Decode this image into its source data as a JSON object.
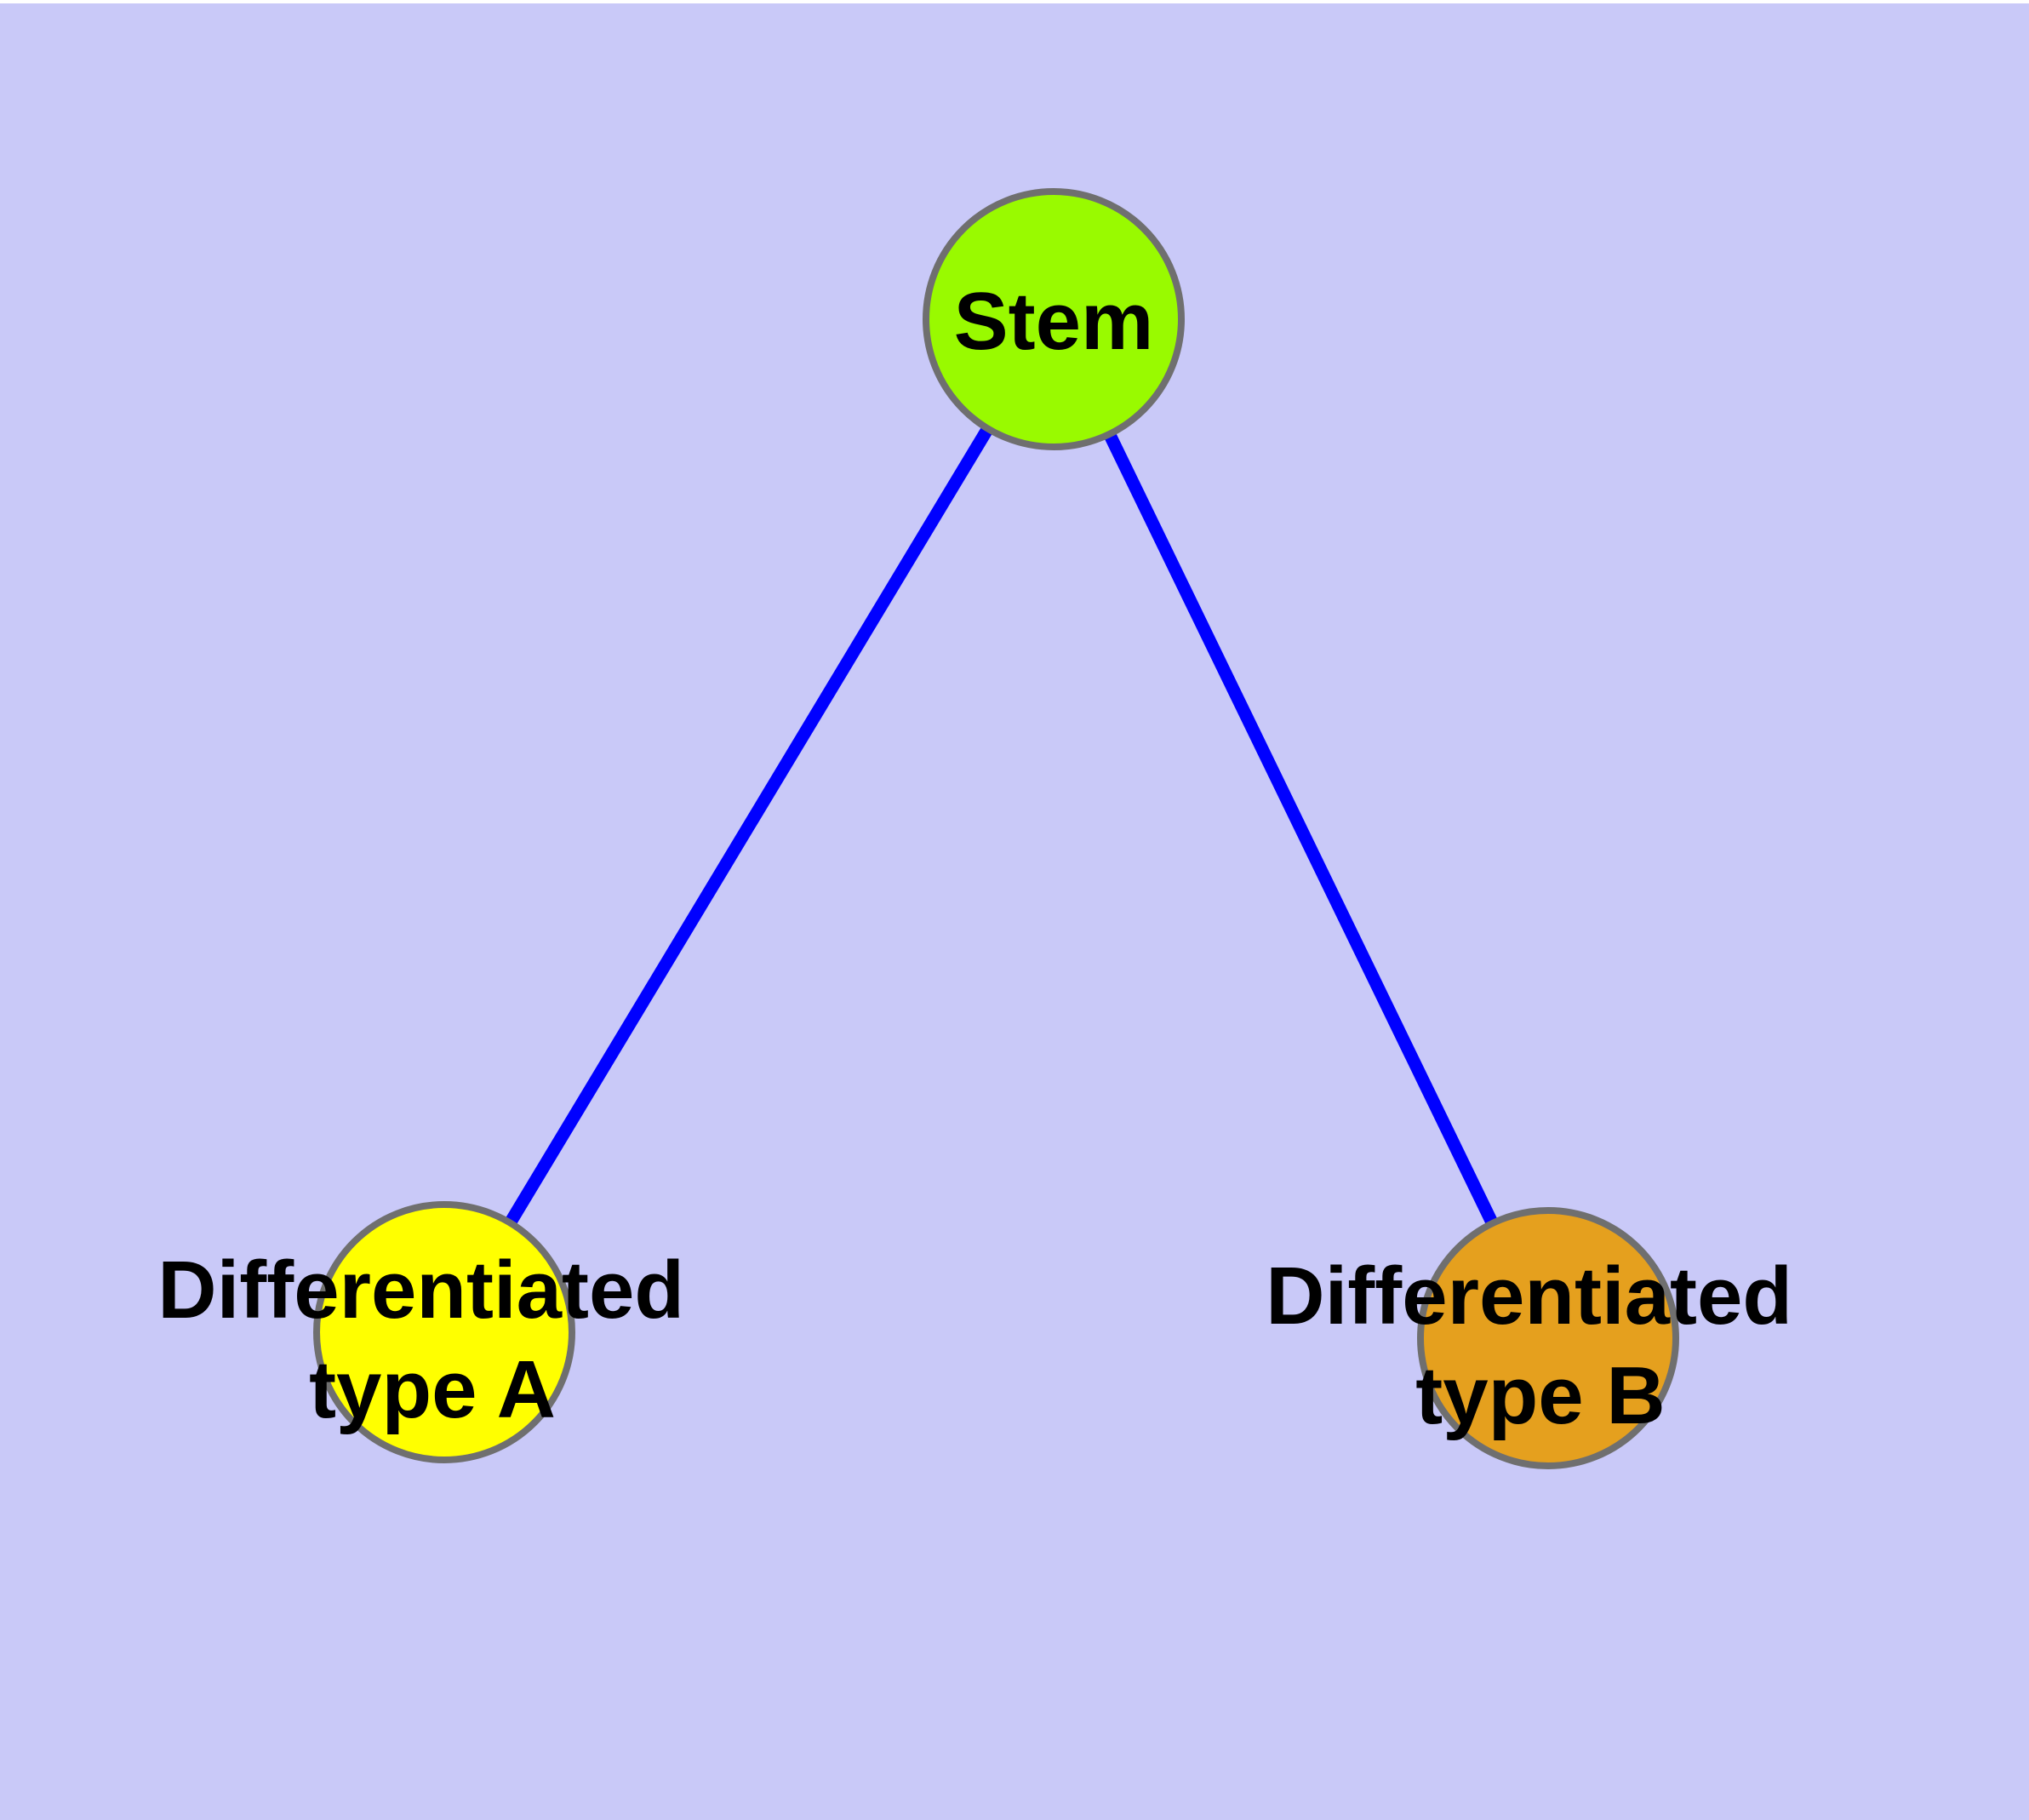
{
  "diagram": {
    "type": "graph",
    "background_color": "#C9C9F8",
    "top_margin_color": "#FFFFFF",
    "edge_color": "#0000FF",
    "node_border_color": "#6F6F6F",
    "label_color": "#000000",
    "nodes": [
      {
        "id": "stem",
        "label": "Stem",
        "lines": [
          "Stem"
        ],
        "color": "#99FA00"
      },
      {
        "id": "differentiated-type-a",
        "label": "Differentiated type A",
        "lines": [
          "Differentiated",
          "type A"
        ],
        "color": "#FFFF00"
      },
      {
        "id": "differentiated-type-b",
        "label": "Differentiated type B",
        "lines": [
          "Differentiated",
          "type B"
        ],
        "color": "#E5A01E"
      }
    ],
    "edges": [
      {
        "from": "Stem",
        "to": "Differentiated type A"
      },
      {
        "from": "Stem",
        "to": "Differentiated type B"
      }
    ]
  }
}
